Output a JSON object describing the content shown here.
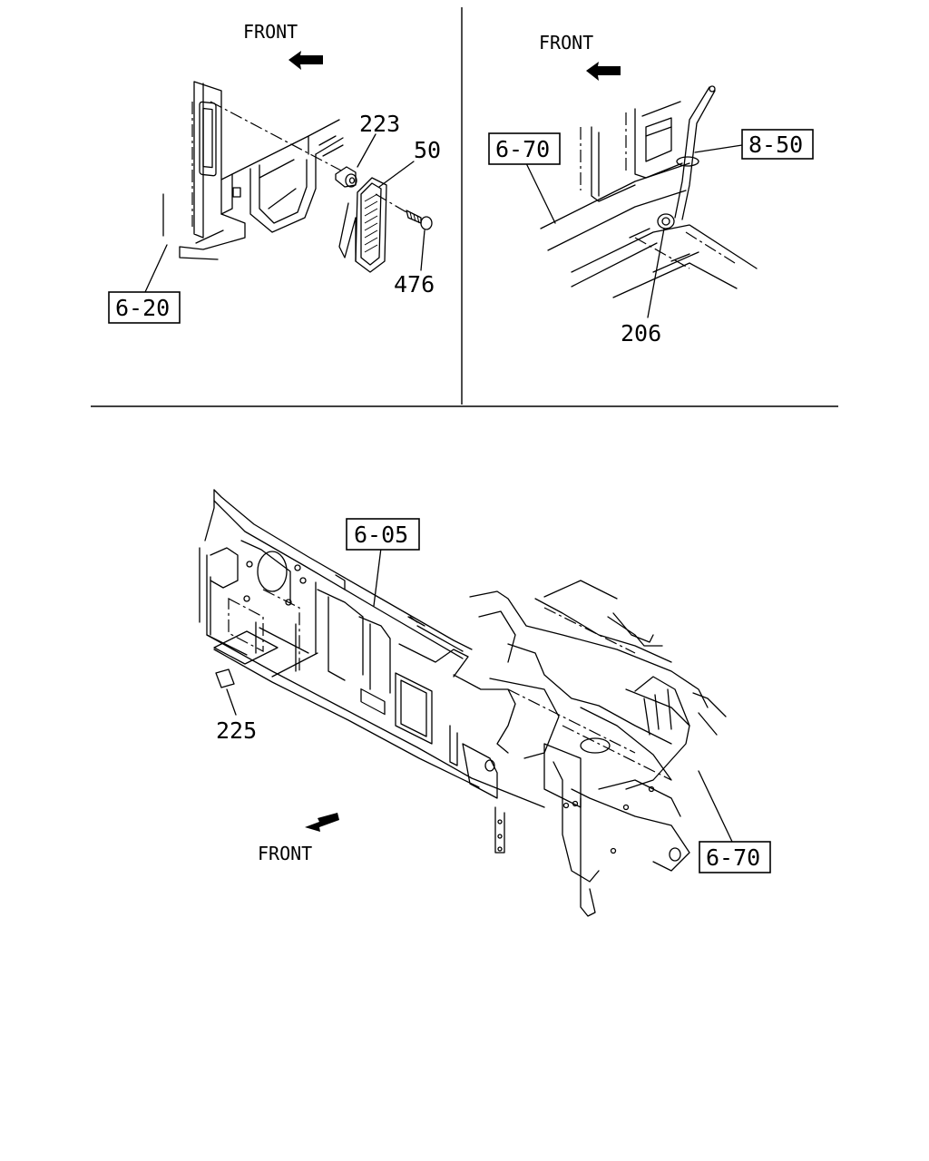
{
  "panels": {
    "top_left": {
      "front_label": "FRONT",
      "callouts": {
        "part_223": "223",
        "part_50": "50",
        "part_476": "476",
        "ref_6_20": "6-20"
      }
    },
    "top_right": {
      "front_label": "FRONT",
      "callouts": {
        "ref_6_70": "6-70",
        "ref_8_50": "8-50",
        "part_206": "206"
      }
    },
    "bottom": {
      "front_label": "FRONT",
      "callouts": {
        "ref_6_05": "6-05",
        "part_225": "225",
        "ref_6_70": "6-70"
      }
    }
  }
}
